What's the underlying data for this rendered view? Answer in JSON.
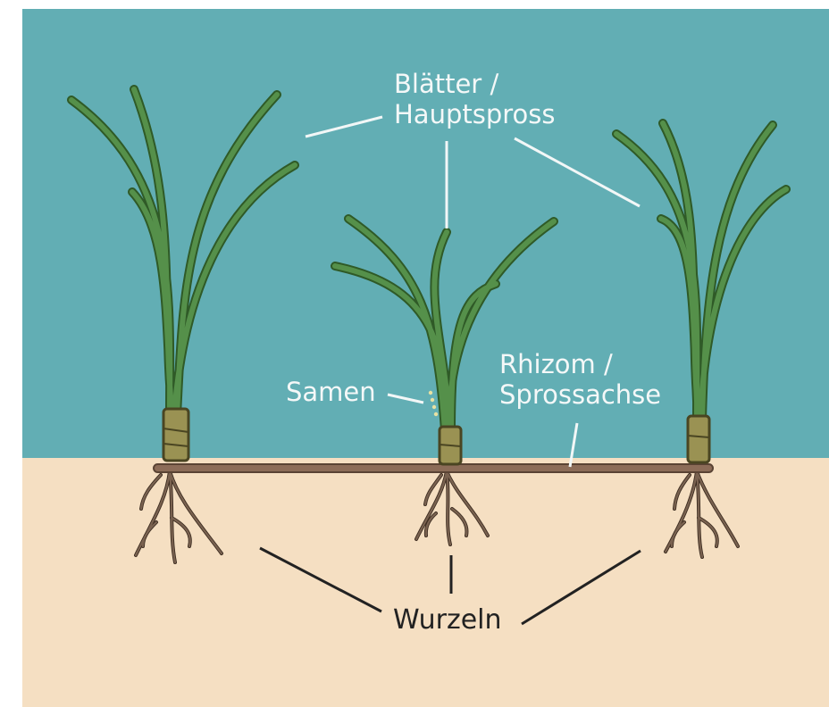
{
  "labels": {
    "leaves_line1": "Blätter /",
    "leaves_line2": "Hauptspross",
    "seeds": "Samen",
    "rhizome_line1": "Rhizom /",
    "rhizome_line2": "Sprossachse",
    "roots": "Wurzeln"
  },
  "colors": {
    "water": "#62aeb4",
    "sediment": "#f5dfc2",
    "leaf": "#55904a",
    "rhizome": "#8c6c58",
    "root": "#6e5646",
    "sheath": "#9a9253"
  }
}
